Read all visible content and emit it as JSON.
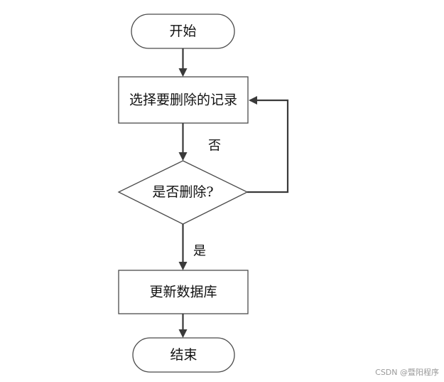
{
  "nodes": {
    "start": "开始",
    "select_record": "选择要删除的记录",
    "confirm_delete": "是否删除?",
    "update_db": "更新数据库",
    "end": "结束"
  },
  "edges": {
    "no_label": "否",
    "yes_label": "是"
  },
  "watermark": "CSDN @暨阳程序"
}
